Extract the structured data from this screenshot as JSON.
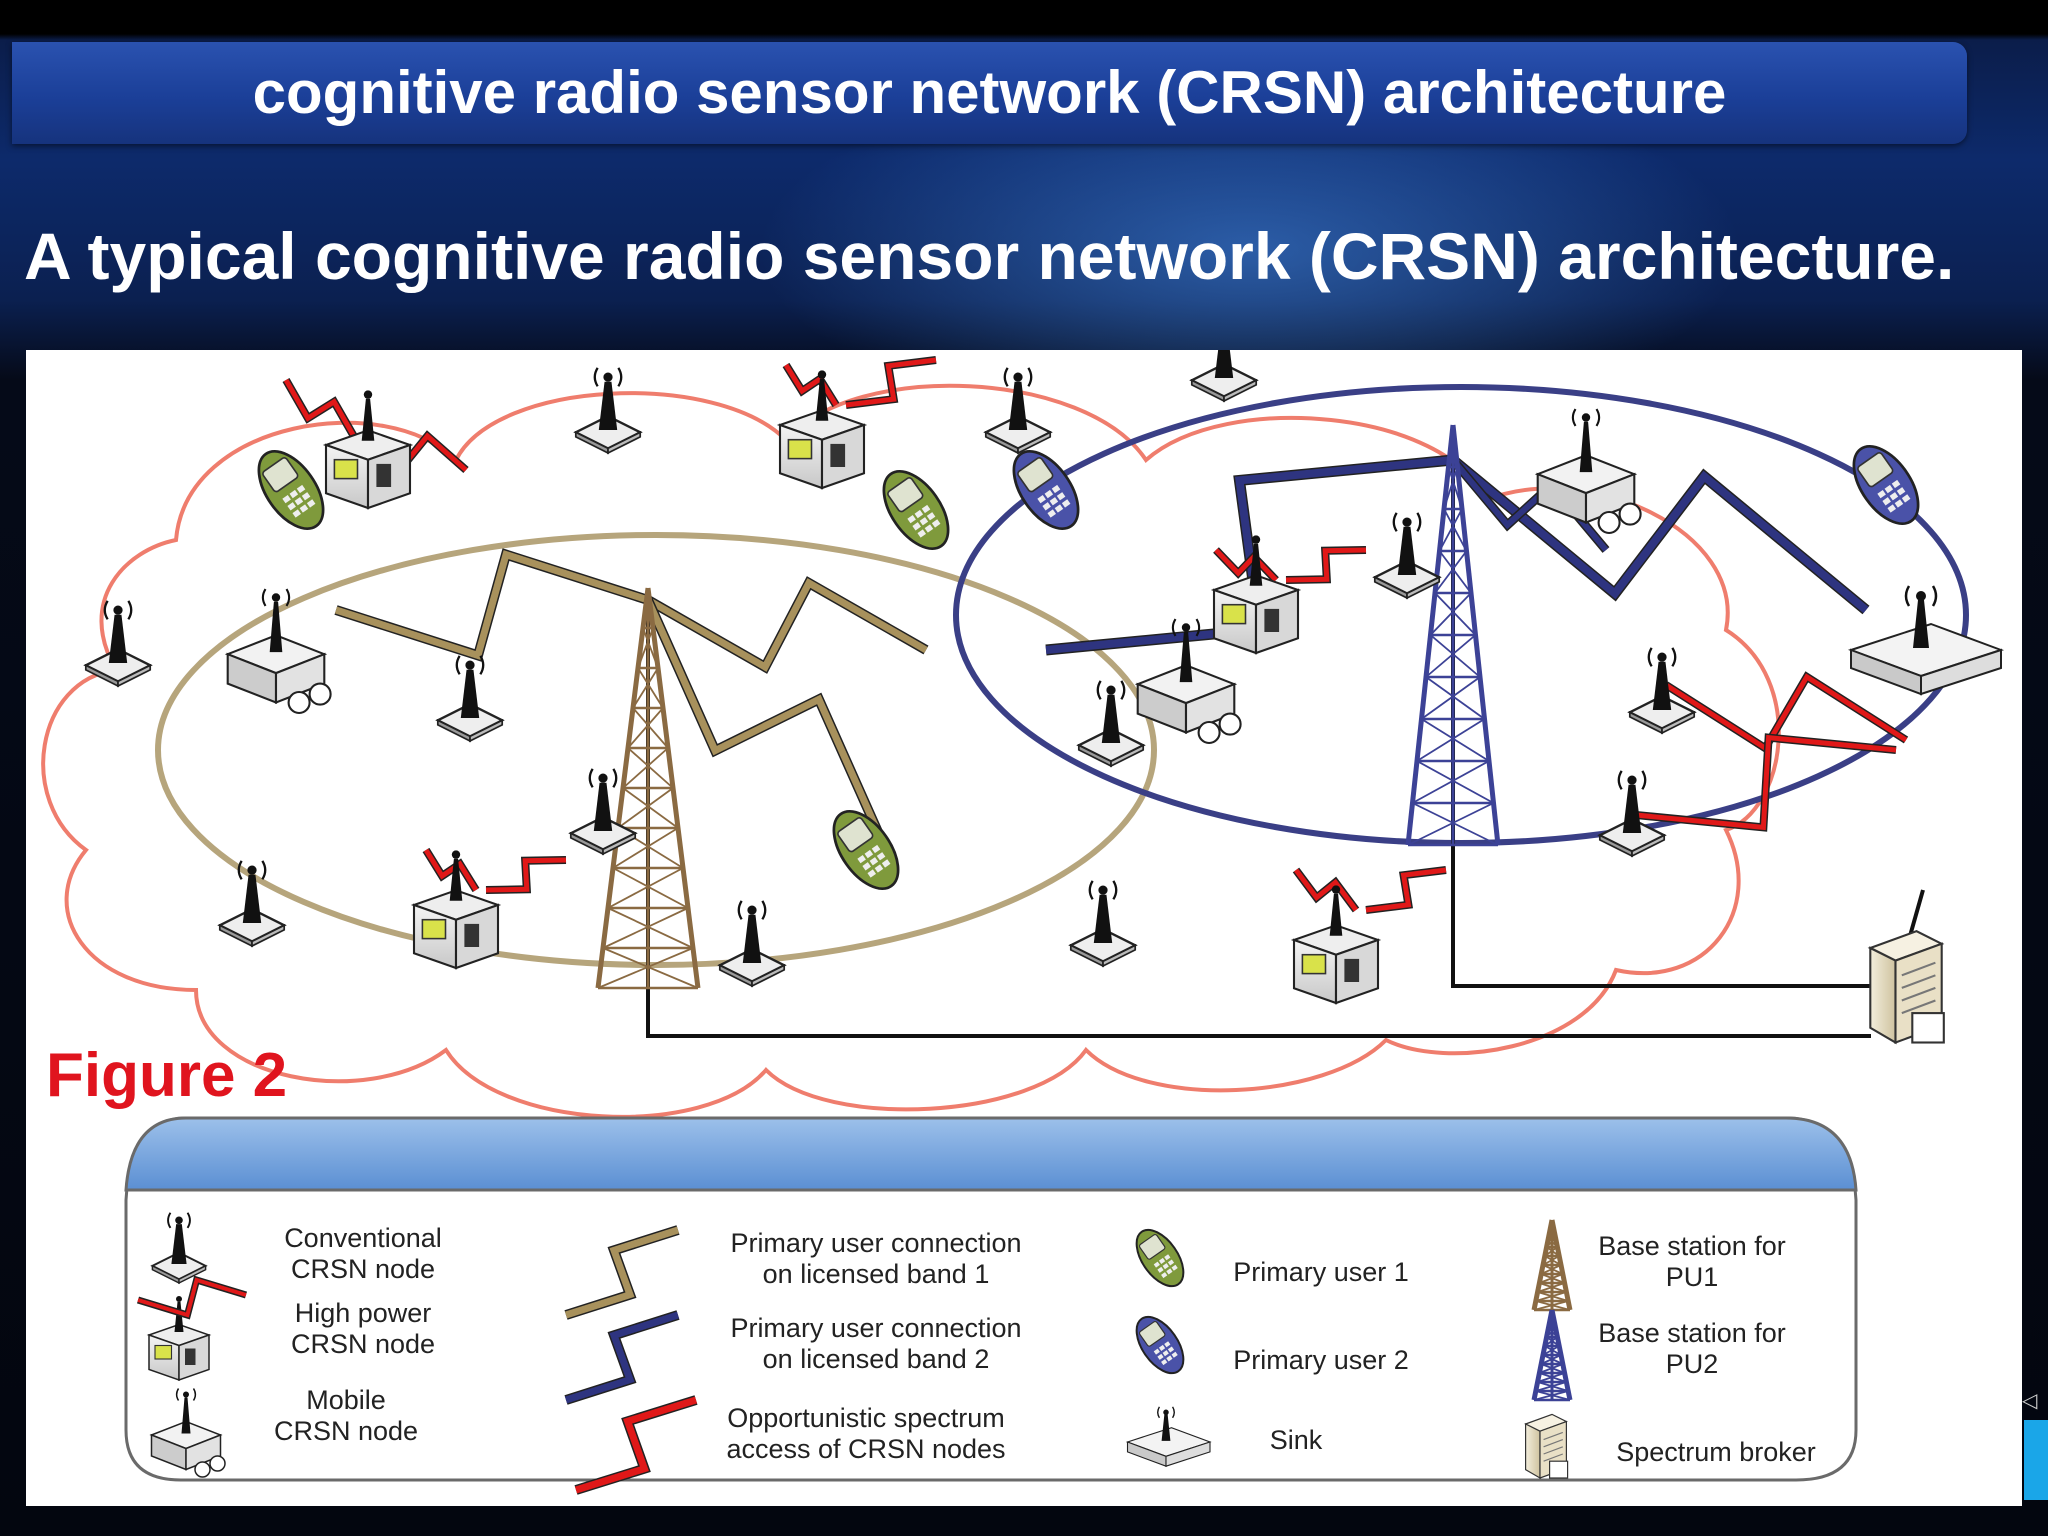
{
  "slide": {
    "title": "cognitive radio sensor network (CRSN) architecture",
    "subtitle": "A typical cognitive radio sensor network (CRSN) architecture."
  },
  "figure": {
    "label": "Figure 2",
    "colors": {
      "crsn_cloud": "#ef7d6d",
      "pu1_range": "#b6a57c",
      "pu2_range": "#3a3f86",
      "band1_link": "#a8915c",
      "band2_link": "#2e3480",
      "opportunistic_link": "#e01818",
      "pu1_tower": "#8a6a42",
      "pu2_tower": "#3c4296"
    }
  },
  "legend": {
    "items": [
      {
        "icon": "conventional-crsn-node-icon",
        "label_lines": [
          "Conventional",
          "CRSN node"
        ]
      },
      {
        "icon": "high-power-crsn-node-icon",
        "label_lines": [
          "High power",
          "CRSN node"
        ]
      },
      {
        "icon": "mobile-crsn-node-icon",
        "label_lines": [
          "Mobile",
          "CRSN node"
        ]
      },
      {
        "icon": "band1-connection-icon",
        "label_lines": [
          "Primary user connection",
          "on licensed band 1"
        ]
      },
      {
        "icon": "band2-connection-icon",
        "label_lines": [
          "Primary user connection",
          "on licensed band 2"
        ]
      },
      {
        "icon": "opportunistic-access-icon",
        "label_lines": [
          "Opportunistic spectrum",
          "access of CRSN nodes"
        ]
      },
      {
        "icon": "primary-user-1-icon",
        "label_lines": [
          "Primary user 1"
        ]
      },
      {
        "icon": "primary-user-2-icon",
        "label_lines": [
          "Primary user 2"
        ]
      },
      {
        "icon": "sink-icon",
        "label_lines": [
          "Sink"
        ]
      },
      {
        "icon": "pu1-base-station-icon",
        "label_lines": [
          "Base station for",
          "PU1"
        ]
      },
      {
        "icon": "pu2-base-station-icon",
        "label_lines": [
          "Base station for",
          "PU2"
        ]
      },
      {
        "icon": "spectrum-broker-icon",
        "label_lines": [
          "Spectrum broker"
        ]
      }
    ]
  }
}
